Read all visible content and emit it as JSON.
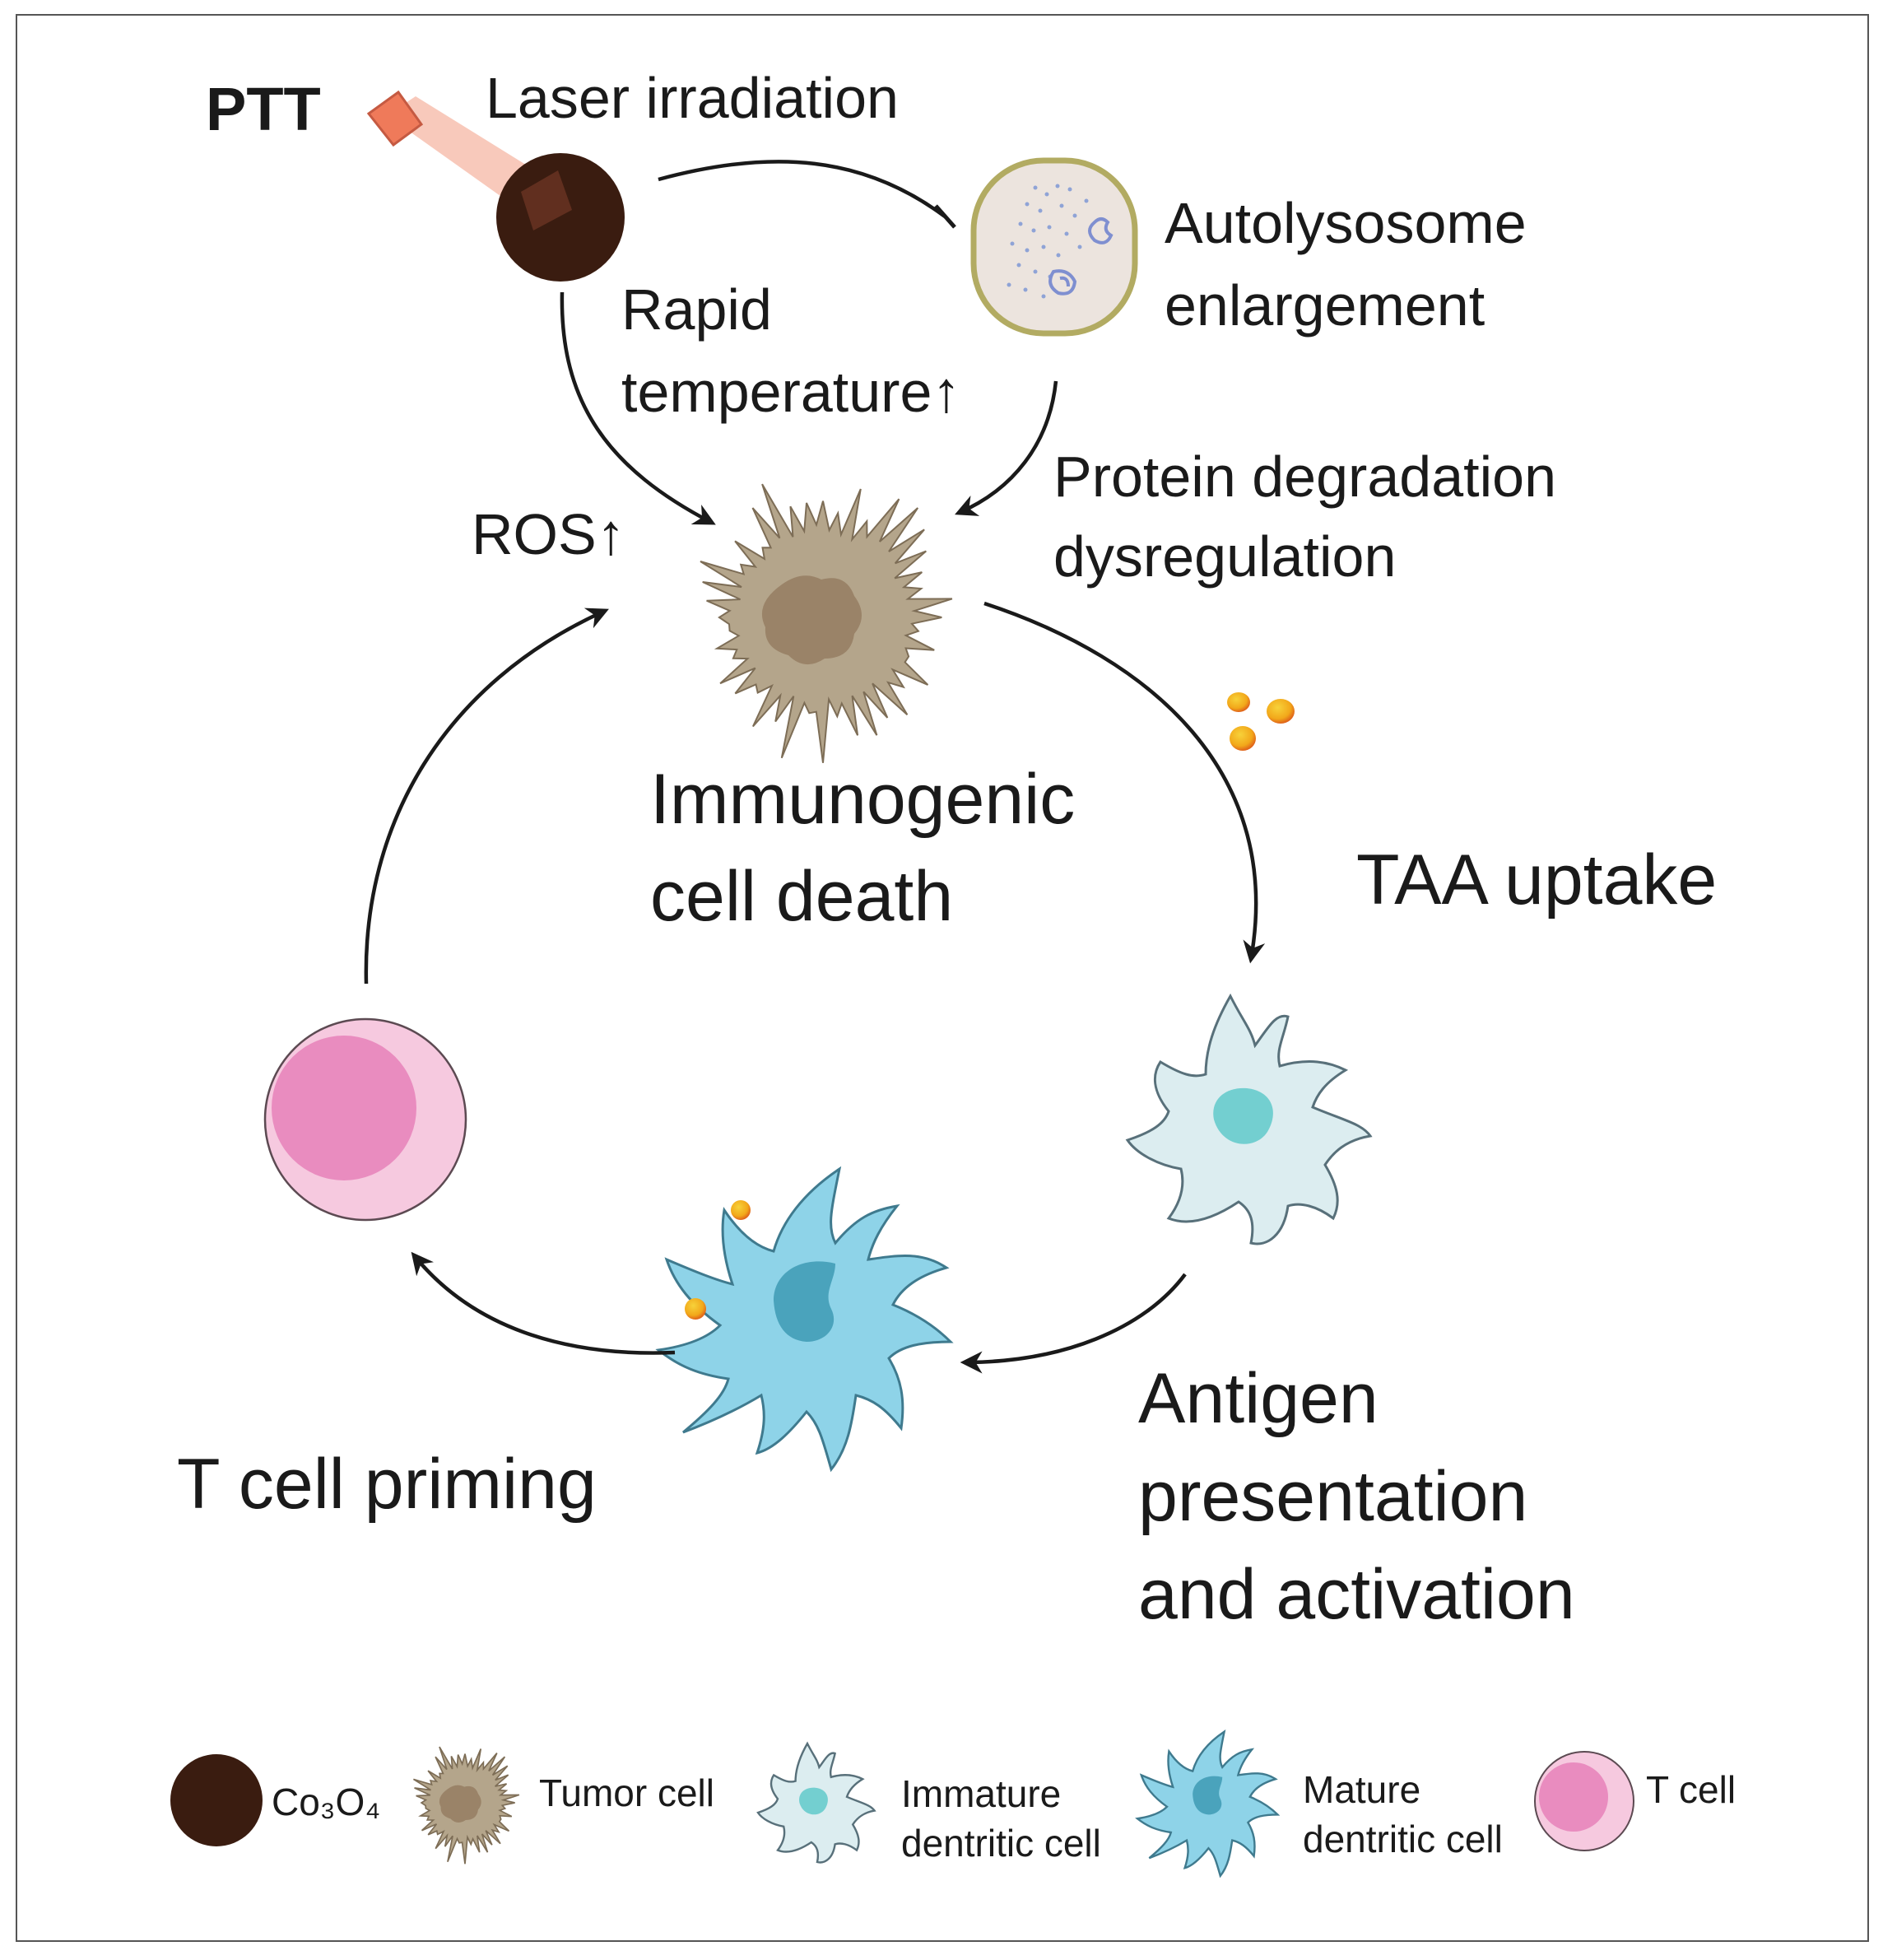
{
  "labels": {
    "ptt": "PTT",
    "laser": "Laser irradiation",
    "autolysosome_1": "Autolysosome",
    "autolysosome_2": "enlargement",
    "rapid_1": "Rapid",
    "rapid_2": "temperature↑",
    "protein_1": "Protein degradation",
    "protein_2": "dysregulation",
    "ros": "ROS↑",
    "icd_1": "Immunogenic",
    "icd_2": "cell death",
    "taa": "TAA uptake",
    "antigen_1": "Antigen",
    "antigen_2": "presentation",
    "antigen_3": "and activation",
    "tcell_priming": "T cell priming"
  },
  "legend": [
    {
      "label": "Co₃O₄"
    },
    {
      "label": "Tumor cell"
    },
    {
      "label_1": "Immature",
      "label_2": "dentritic cell"
    },
    {
      "label_1": "Mature",
      "label_2": "dentritic cell"
    },
    {
      "label": "T cell"
    }
  ],
  "colors": {
    "co3o4": "#3a1c10",
    "tumor": "#b4a58b",
    "tumor_nucleus": "#9a8368",
    "immature_dc": "#dcedf0",
    "immature_nucleus": "#73cfd0",
    "mature_dc": "#8ed3e8",
    "mature_nucleus": "#4aa3bc",
    "tcell_outer": "#f6c9df",
    "tcell_inner": "#e98cbf",
    "autolysosome_fill": "#ece4de",
    "autolysosome_border": "#b2ab62",
    "laser": "#f3aa95",
    "antigen": "#f2b51d",
    "arrow": "#1a1a1a"
  }
}
